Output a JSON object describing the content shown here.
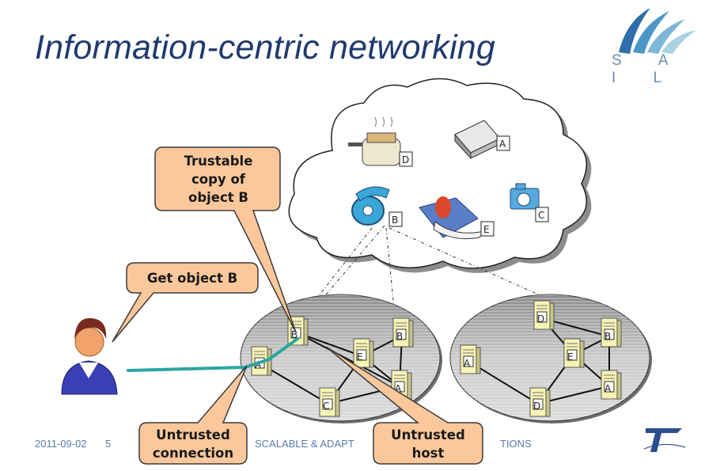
{
  "slide": {
    "title": "Information-centric networking",
    "logo_text": "S A I L"
  },
  "callouts": {
    "trustable": "Trustable copy of object B",
    "get_object": "Get object B",
    "untrusted_connection": "Untrusted connection",
    "untrusted_host": "Untrusted host"
  },
  "cloud_objects": [
    {
      "label": "D",
      "icon": "toaster-icon"
    },
    {
      "label": "A",
      "icon": "book-icon"
    },
    {
      "label": "B",
      "icon": "film-reel-icon"
    },
    {
      "label": "E",
      "icon": "jet-ski-icon"
    },
    {
      "label": "C",
      "icon": "camera-icon"
    }
  ],
  "network_left_nodes": [
    "B",
    "A",
    "E",
    "B",
    "C",
    "A"
  ],
  "network_right_nodes": [
    "D",
    "B",
    "A",
    "E",
    "D",
    "A"
  ],
  "footer": {
    "date": "2011-09-02",
    "page": "5",
    "text_left": "SCALABLE & ADAPT",
    "text_right": "TIONS"
  },
  "colors": {
    "title": "#1f3a6e",
    "callout_fill": "#fcc89b",
    "callout_stroke": "#3b3b3b",
    "server_fill": "#f7f3b4",
    "connection": "#2aa6a0"
  }
}
